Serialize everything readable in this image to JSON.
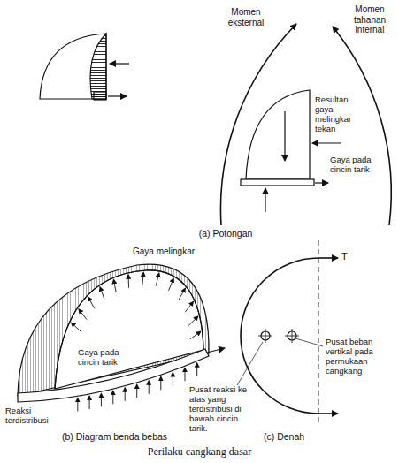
{
  "diagram": {
    "caption": "Perilaku cangkang dasar",
    "labels": [
      "Momen eksternal",
      "Momen tahanan internal",
      "Resultan gaya melingkar tekan",
      "Gaya pada cincin tarik",
      "(a) Potongan",
      "Gaya melingkar",
      "Gaya pada cincin tarik",
      "Reaksi terdistribusi",
      "(b) Diagram benda bebas",
      "T",
      "Pusat reaksi ke atas yang terdistribusi di bawah cincin tarik.",
      "Pusat beban vertikal pada permukaan cangkang",
      "(c) Denah"
    ]
  }
}
